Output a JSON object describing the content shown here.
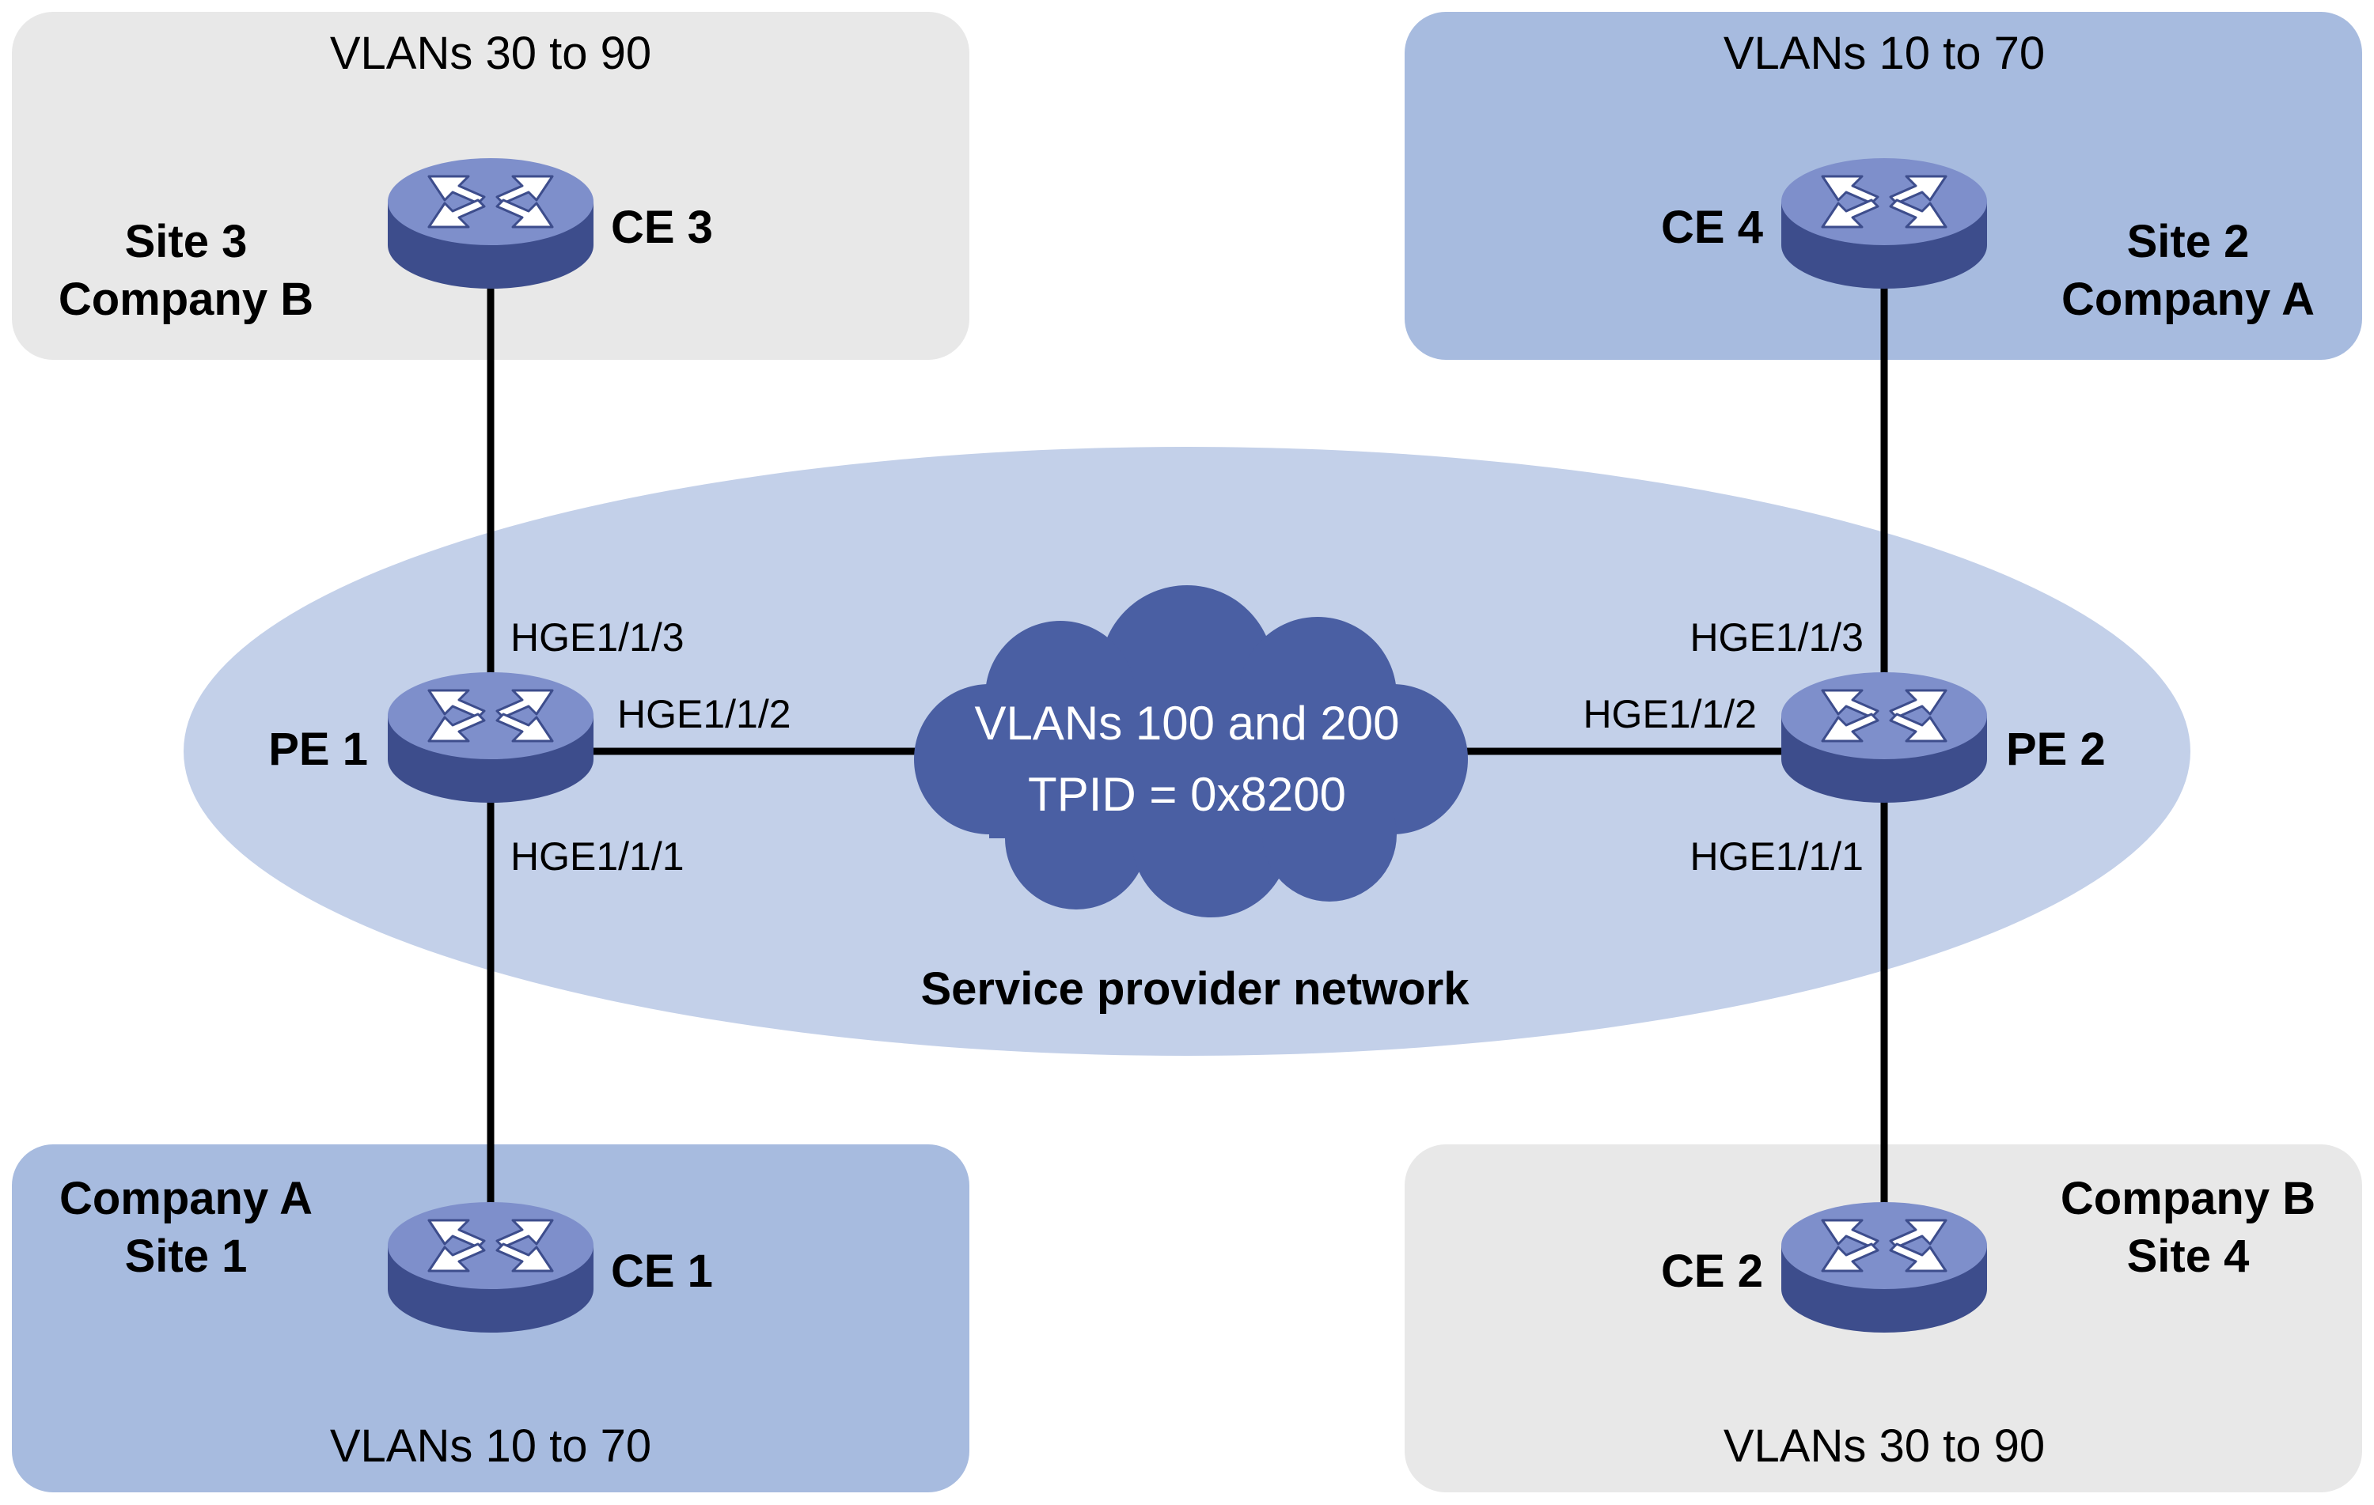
{
  "sites": {
    "site3": {
      "vlans": "VLANs 30 to 90",
      "line1": "Site 3",
      "line2": "Company B",
      "color": "#e8e8e8"
    },
    "site2": {
      "vlans": "VLANs 10 to 70",
      "line1": "Site 2",
      "line2": "Company A",
      "color": "#a7bbdf"
    },
    "site1": {
      "vlans": "VLANs 10 to 70",
      "line1": "Company A",
      "line2": "Site 1",
      "color": "#a7bbdf"
    },
    "site4": {
      "vlans": "VLANs 30 to 90",
      "line1": "Company B",
      "line2": "Site 4",
      "color": "#e8e8e8"
    }
  },
  "devices": {
    "ce1": "CE 1",
    "ce2": "CE 2",
    "ce3": "CE 3",
    "ce4": "CE 4",
    "pe1": "PE 1",
    "pe2": "PE 2"
  },
  "ports": {
    "pe1_up": "HGE1/1/3",
    "pe1_right": "HGE1/1/2",
    "pe1_down": "HGE1/1/1",
    "pe2_up": "HGE1/1/3",
    "pe2_left": "HGE1/1/2",
    "pe2_down": "HGE1/1/1"
  },
  "cloud": {
    "line1": "VLANs 100 and  200",
    "line2": "TPID = 0x8200",
    "color": "#4a5fa3"
  },
  "network": {
    "label": "Service provider network",
    "color": "#c3d0e9"
  },
  "device_icon": "switch-router-icon"
}
